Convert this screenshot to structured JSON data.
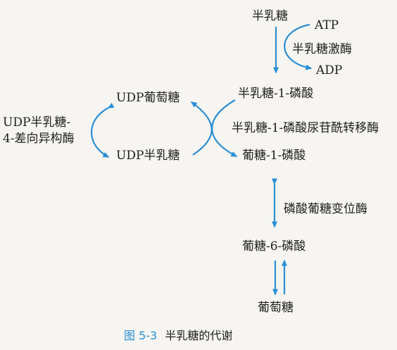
{
  "diagram": {
    "nodes": {
      "galactose": "半乳糖",
      "atp": "ATP",
      "galactokinase": "半乳糖激酶",
      "adp": "ADP",
      "gal1p": "半乳糖-1-磷酸",
      "udp_glucose": "UDP葡萄糖",
      "uridylyltransferase": "半乳糖-1-磷酸尿苷酰转移酶",
      "epimerase_line1": "UDP半乳糖-",
      "epimerase_line2": "4-差向异构酶",
      "udp_galactose": "UDP半乳糖",
      "glc1p": "葡糖-1-磷酸",
      "phosphoglucomutase": "磷酸葡糖变位酶",
      "glc6p": "葡糖-6-磷酸",
      "glucose": "葡萄糖"
    },
    "caption": {
      "figure_number": "图 5-3",
      "title": "半乳糖的代谢"
    },
    "colors": {
      "arrow": "#2a8fd6",
      "caption_number": "#2a8fd6",
      "text": "#1e1e1e"
    }
  }
}
